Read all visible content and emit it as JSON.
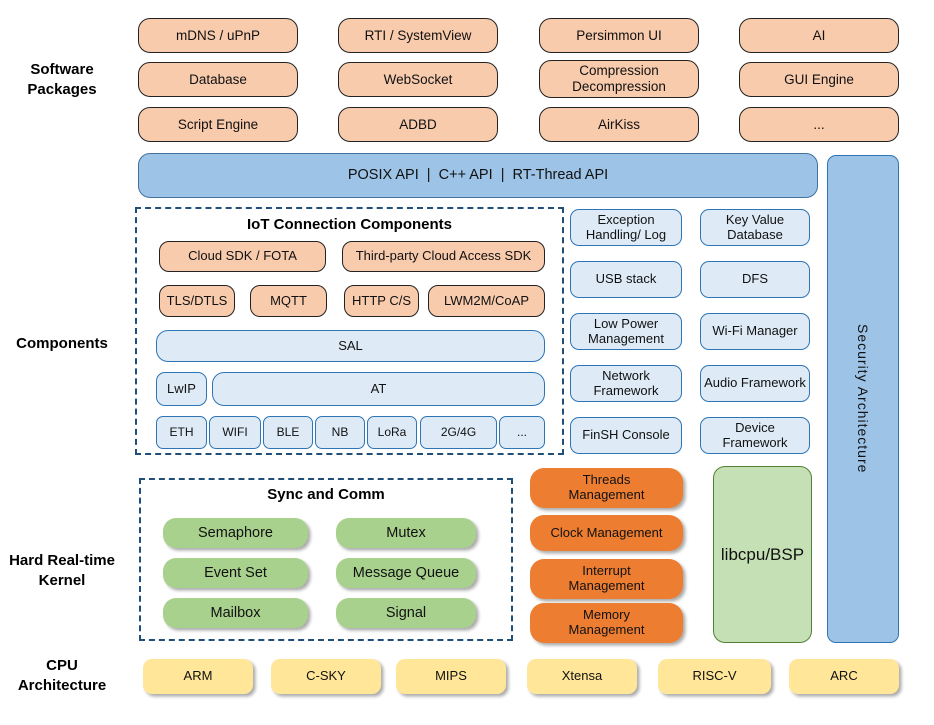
{
  "side_labels": {
    "software_packages": "Software Packages",
    "components": "Components",
    "kernel": "Hard Real-time Kernel",
    "cpu": "CPU Architecture"
  },
  "software_packages": {
    "items": [
      "mDNS / uPnP",
      "RTI / SystemView",
      "Persimmon UI",
      "AI",
      "Database",
      "WebSocket",
      "Compression Decompression",
      "GUI Engine",
      "Script Engine",
      "ADBD",
      "AirKiss",
      "..."
    ]
  },
  "api_bar": {
    "label": "POSIX API  |  C++ API  |  RT-Thread API"
  },
  "iot_components": {
    "title": "IoT Connection Components",
    "cloud_sdk": "Cloud SDK / FOTA",
    "third_party": "Third-party Cloud Access SDK",
    "protocols": [
      "TLS/DTLS",
      "MQTT",
      "HTTP C/S",
      "LWM2M/CoAP"
    ],
    "sal": "SAL",
    "lwip": "LwIP",
    "at": "AT",
    "links": [
      "ETH",
      "WIFI",
      "BLE",
      "NB",
      "LoRa",
      "2G/4G",
      "..."
    ]
  },
  "services": {
    "items": [
      "Exception Handling/ Log",
      "Key Value Database",
      "USB stack",
      "DFS",
      "Low Power Management",
      "Wi-Fi Manager",
      "Network Framework",
      "Audio Framework",
      "FinSH Console",
      "Device Framework"
    ]
  },
  "security": {
    "label": "Security Architecture"
  },
  "kernel": {
    "title": "Sync and Comm",
    "sync_items": [
      "Semaphore",
      "Mutex",
      "Event Set",
      "Message Queue",
      "Mailbox",
      "Signal"
    ],
    "management": [
      "Threads Management",
      "Clock Management",
      "Interrupt Management",
      "Memory Management"
    ],
    "libcpu": "libcpu/BSP"
  },
  "cpu_architectures": {
    "items": [
      "ARM",
      "C-SKY",
      "MIPS",
      "Xtensa",
      "RISC-V",
      "ARC"
    ]
  },
  "colors": {
    "package_fill": "#F8CBAD",
    "api_fill": "#9DC3E6",
    "service_fill": "#DEEBF7",
    "service_border": "#2E75B6",
    "dash_border": "#1F4E79",
    "kernel_green": "#A9D18E",
    "management_orange": "#ED7D31",
    "libcpu_fill": "#C5E0B4",
    "libcpu_border": "#538135",
    "cpu_yellow": "#FFE699"
  }
}
